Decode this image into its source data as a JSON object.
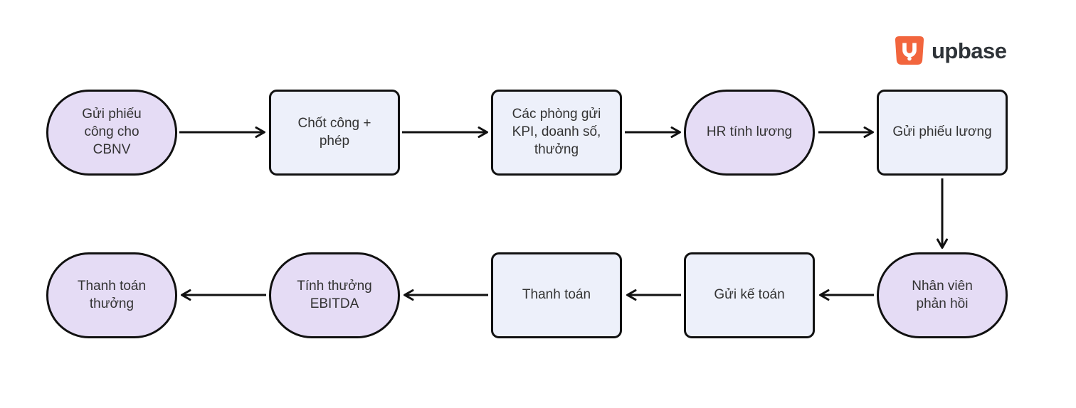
{
  "logo": {
    "brand": "upbase",
    "icon": "upbase-bag-smile-icon",
    "icon_color": "#F2653D",
    "text_color": "#2E3338"
  },
  "diagram": {
    "type": "flowchart",
    "description": "Payroll process flow: top row runs left to right, then down, bottom row runs right to left",
    "colors": {
      "stadium_fill": "#E5DCF5",
      "rect_fill": "#EDF0FA",
      "border": "#111111",
      "text": "#333333",
      "arrow": "#111111"
    },
    "nodes": [
      {
        "id": "send-timesheet",
        "shape": "stadium",
        "label": "Gửi phiếu công cho CBNV"
      },
      {
        "id": "finalize-attendance",
        "shape": "rect",
        "label": "Chốt công + phép"
      },
      {
        "id": "departments-send-kpi",
        "shape": "rect",
        "label": "Các phòng gửi KPI, doanh số, thưởng"
      },
      {
        "id": "hr-calculates-salary",
        "shape": "stadium",
        "label": "HR tính lương"
      },
      {
        "id": "send-payslip",
        "shape": "rect",
        "label": "Gửi phiếu lương"
      },
      {
        "id": "employee-feedback",
        "shape": "stadium",
        "label": "Nhân viên phản hồi"
      },
      {
        "id": "send-accounting",
        "shape": "rect",
        "label": "Gửi kế toán"
      },
      {
        "id": "payment",
        "shape": "rect",
        "label": "Thanh toán"
      },
      {
        "id": "ebitda-bonus",
        "shape": "stadium",
        "label": "Tính thưởng EBITDA"
      },
      {
        "id": "bonus-payment",
        "shape": "stadium",
        "label": "Thanh toán thưởng"
      }
    ],
    "edges": [
      {
        "from": "send-timesheet",
        "to": "finalize-attendance"
      },
      {
        "from": "finalize-attendance",
        "to": "departments-send-kpi"
      },
      {
        "from": "departments-send-kpi",
        "to": "hr-calculates-salary"
      },
      {
        "from": "hr-calculates-salary",
        "to": "send-payslip"
      },
      {
        "from": "send-payslip",
        "to": "employee-feedback"
      },
      {
        "from": "employee-feedback",
        "to": "send-accounting"
      },
      {
        "from": "send-accounting",
        "to": "payment"
      },
      {
        "from": "payment",
        "to": "ebitda-bonus"
      },
      {
        "from": "ebitda-bonus",
        "to": "bonus-payment"
      }
    ]
  }
}
